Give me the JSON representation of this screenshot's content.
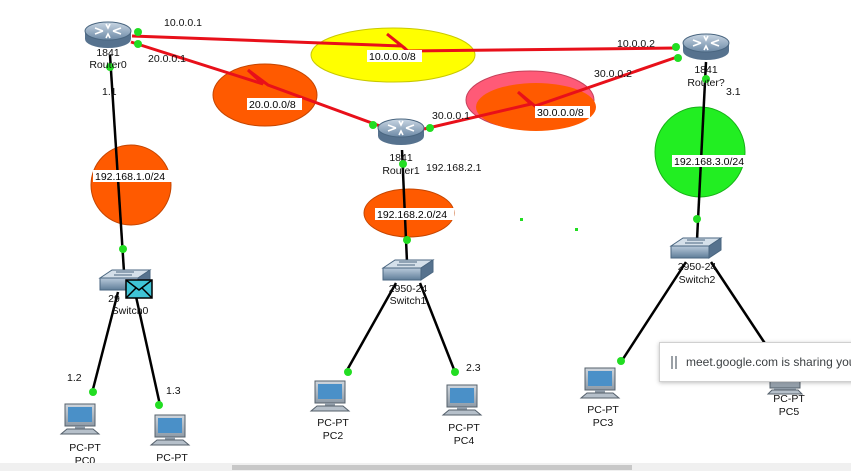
{
  "routers": [
    {
      "id": "r0",
      "model": "1841",
      "name": "Router0"
    },
    {
      "id": "r1",
      "model": "1841",
      "name": "Router1"
    },
    {
      "id": "r2",
      "model": "1841",
      "name": "Router?"
    }
  ],
  "switches": [
    {
      "id": "s0",
      "model": "29",
      "name": "Switch0"
    },
    {
      "id": "s1",
      "model": "2950-24",
      "name": "Switch1"
    },
    {
      "id": "s2",
      "model": "2950-24",
      "name": "Switch2"
    }
  ],
  "pcs": [
    {
      "id": "pc0",
      "type": "PC-PT",
      "name": "PC0"
    },
    {
      "id": "pc1",
      "type": "PC-PT",
      "name": ""
    },
    {
      "id": "pc2",
      "type": "PC-PT",
      "name": "PC2"
    },
    {
      "id": "pc4",
      "type": "PC-PT",
      "name": "PC4"
    },
    {
      "id": "pc3",
      "type": "PC-PT",
      "name": "PC3"
    },
    {
      "id": "pc5",
      "type": "PC-PT",
      "name": "PC5"
    }
  ],
  "networks": [
    {
      "id": "n10",
      "label": "10.0.0.0/8",
      "color": "#ffff00"
    },
    {
      "id": "n20",
      "label": "20.0.0.0/8",
      "color": "#ff5a00"
    },
    {
      "id": "n30",
      "label": "30.0.0.0/8",
      "color": "#ff5a00"
    },
    {
      "id": "n1921",
      "label": "192.168.1.0/24",
      "color": "#ff5a00"
    },
    {
      "id": "n1922",
      "label": "192.168.2.0/24",
      "color": "#ff5a00"
    },
    {
      "id": "n1923",
      "label": "192.168.3.0/24",
      "color": "#22ee22"
    }
  ],
  "ip_labels": {
    "r0_10": "10.0.0.1",
    "r0_20": "20.0.0.1",
    "r2_10": "10.0.0.2",
    "r2_30": "30.0.0.2",
    "r1_30": "30.0.0.1",
    "r1_lan": "192.168.2.1",
    "r0_lan": "1.1",
    "r2_lan": "3.1",
    "pc0_ip": "1.2",
    "pc1_ip": "1.3",
    "pc4_ip": "2.3"
  },
  "colors": {
    "serial_link": "#e8101a",
    "ethernet_link": "#000000",
    "link_up": "#22dd22"
  },
  "overlay": {
    "share_text": "meet.google.com is sharing you"
  }
}
